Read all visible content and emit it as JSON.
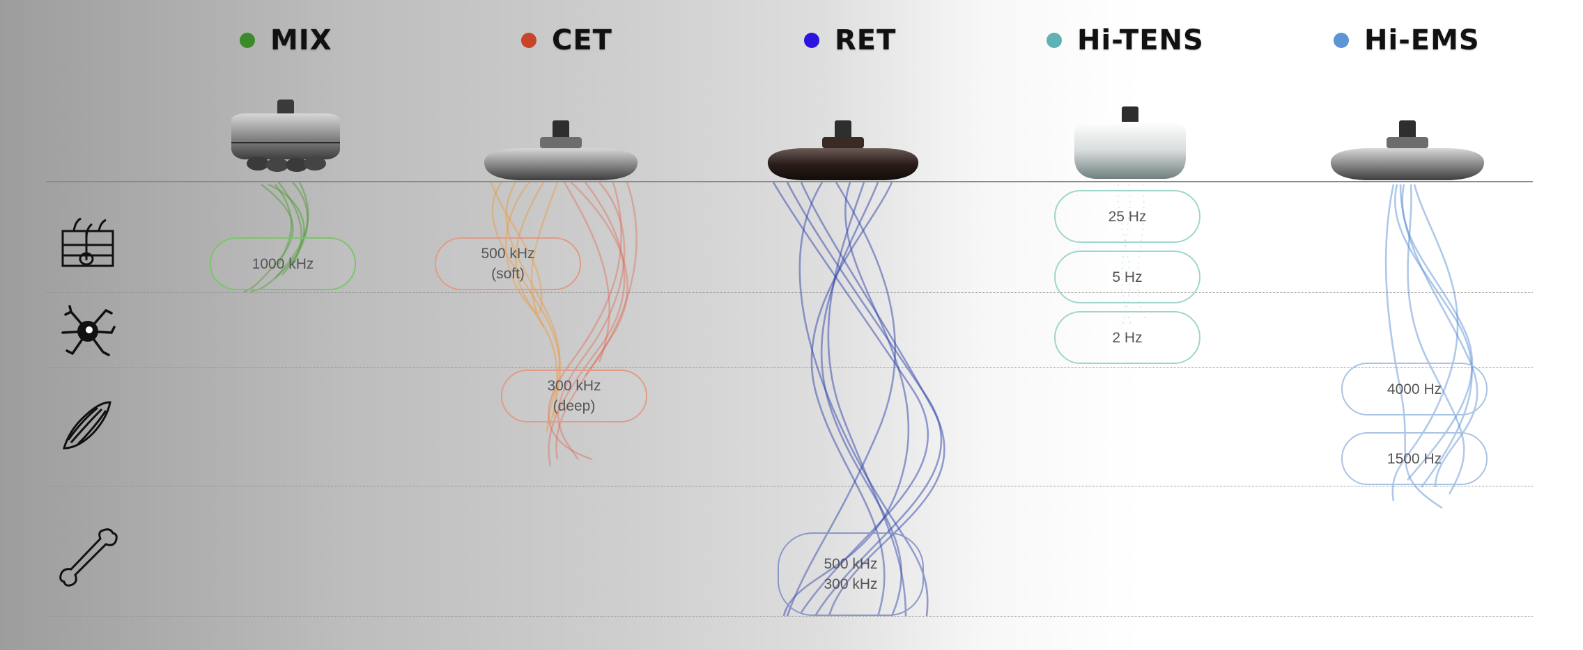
{
  "modalities": [
    {
      "name": "MIX",
      "color": "#3d8a2a"
    },
    {
      "name": "CET",
      "color": "#c9432b"
    },
    {
      "name": "RET",
      "color": "#2b13e0"
    },
    {
      "name": "Hi-TENS",
      "color": "#5fb2b3"
    },
    {
      "name": "Hi-EMS",
      "color": "#5b95d4"
    }
  ],
  "tissue_layers": [
    "skin-icon",
    "nerve-cell-icon",
    "muscle-icon",
    "bone-icon"
  ],
  "frequencies": {
    "mix": [
      "1000 kHz"
    ],
    "cet_soft": [
      "500 kHz",
      "(soft)"
    ],
    "cet_deep": [
      "300 kHz",
      "(deep)"
    ],
    "ret": [
      "500 kHz",
      "300 kHz"
    ],
    "hitens": [
      "25 Hz",
      "5 Hz",
      "2 Hz"
    ],
    "hiems": [
      "4000 Hz",
      "1500 Hz"
    ]
  }
}
